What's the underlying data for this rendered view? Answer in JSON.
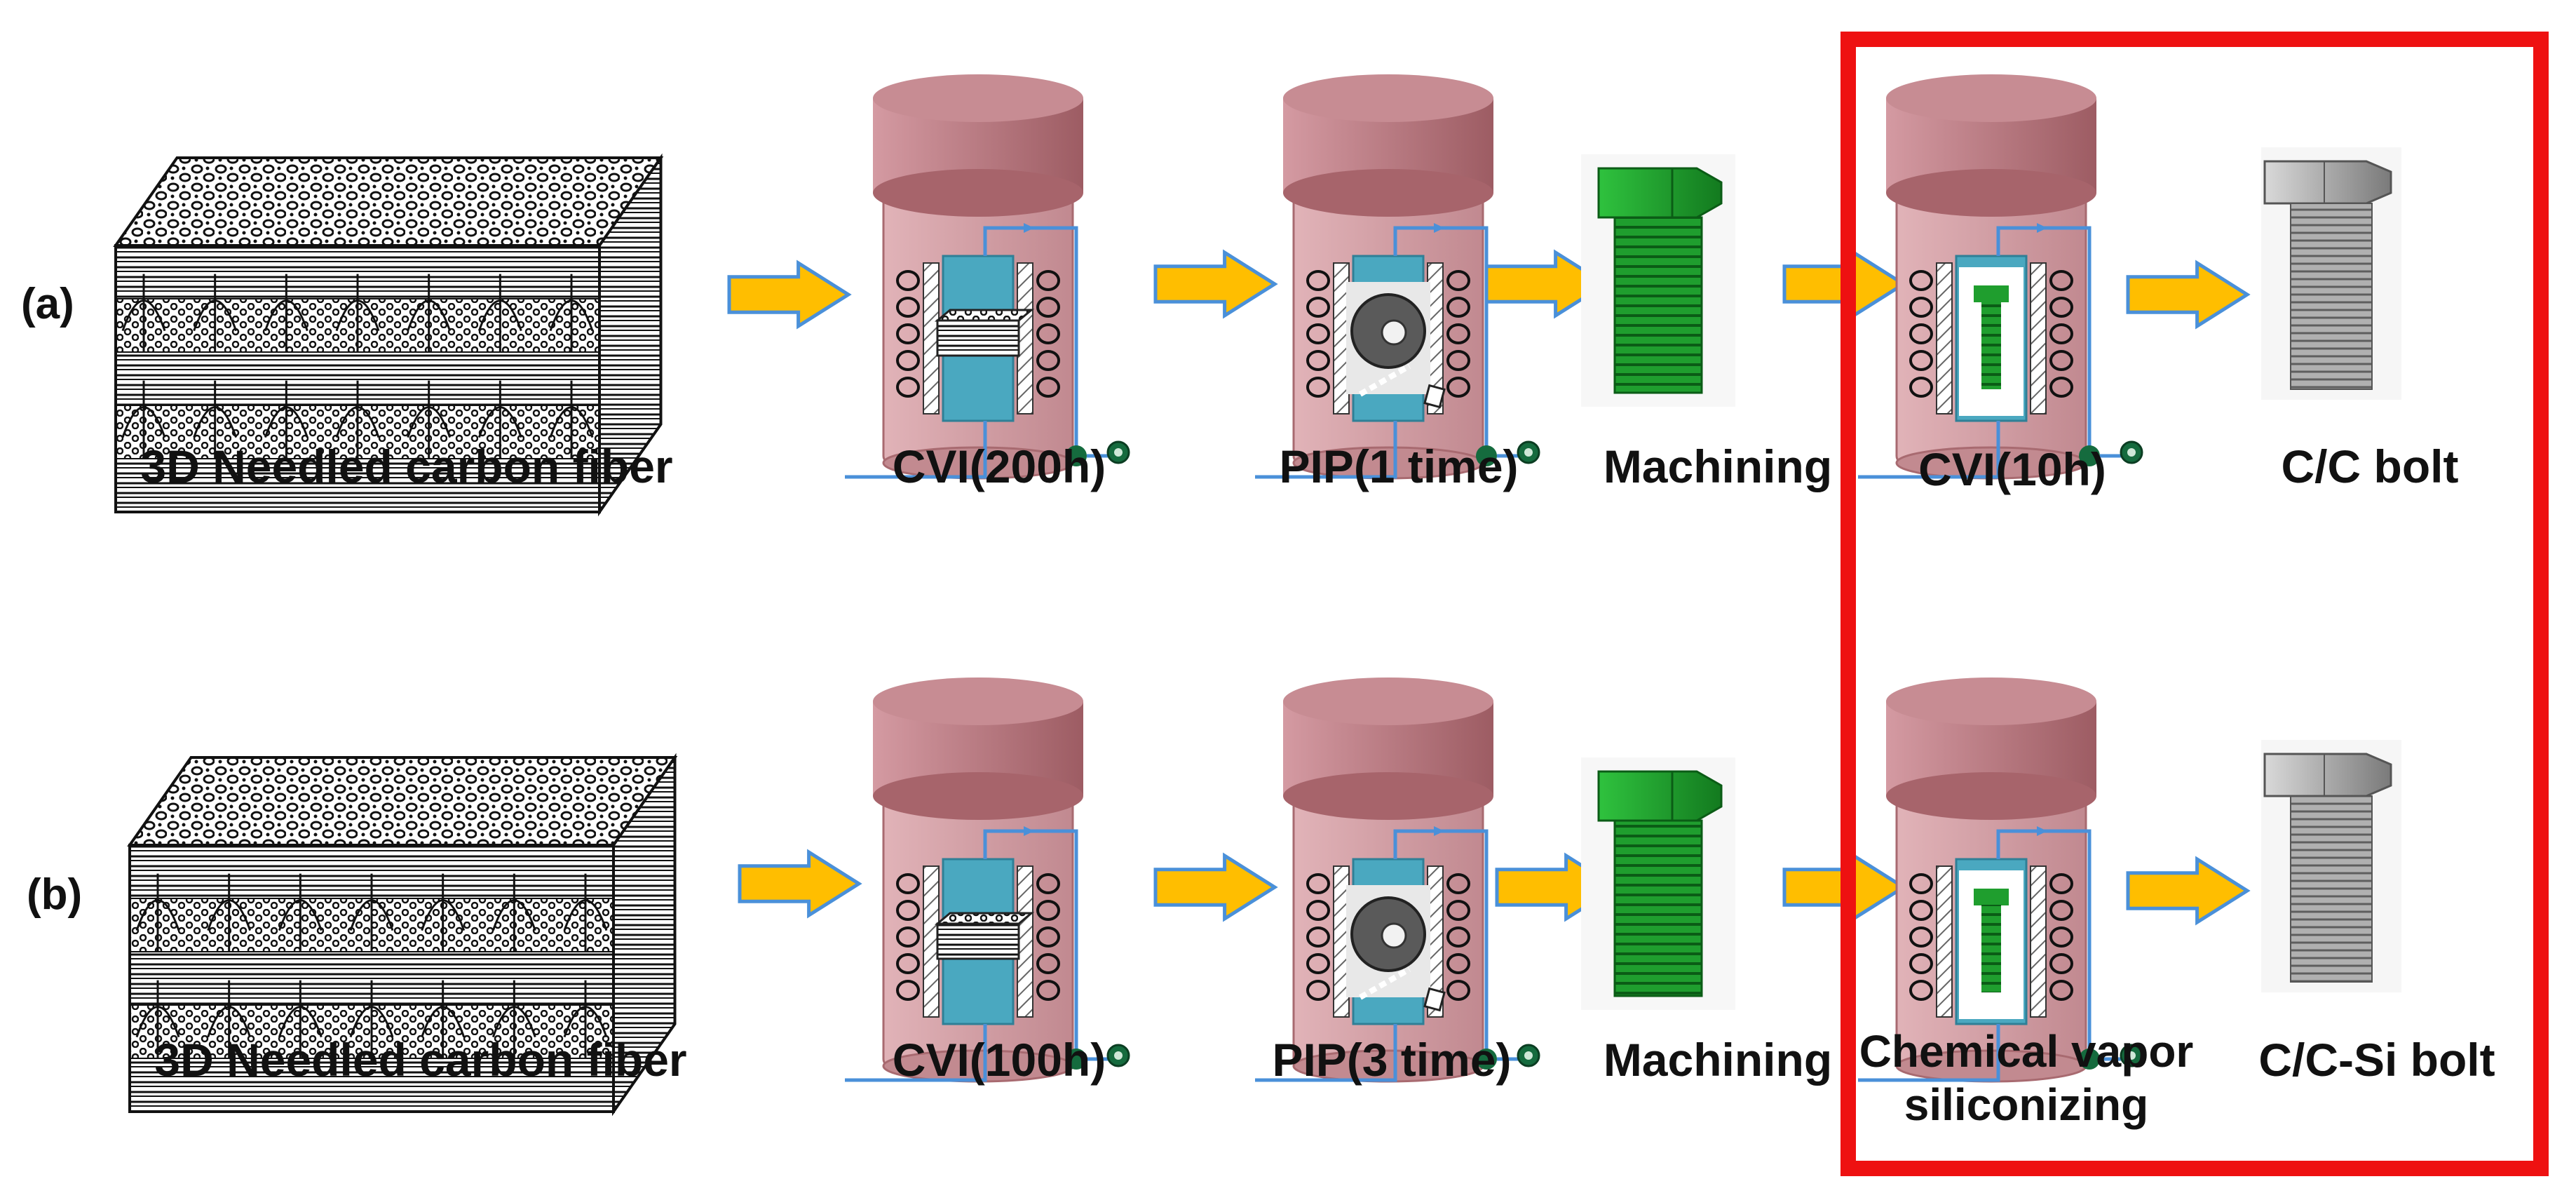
{
  "rows": [
    {
      "label": "(a)",
      "steps": [
        "3D Needled carbon fiber",
        "CVI(200h)",
        "PIP(1 time)",
        "Machining",
        "CVI(10h)",
        "C/C bolt"
      ]
    },
    {
      "label": "(b)",
      "steps": [
        "3D Needled carbon fiber",
        "CVI(100h)",
        "PIP(3 time)",
        "Machining",
        "Chemical vapor siliconizing",
        "C/C-Si bolt"
      ]
    }
  ],
  "colors": {
    "highlight_border": "#ee1111",
    "arrow_fill": "#ffbe00",
    "furnace_body": "#d49aa0",
    "furnace_lid": "#b86e74",
    "chamber": "#4aa8c0",
    "pipe": "#4a90d9",
    "green_bolt": "#1e9e2c",
    "gray_bolt": "#9a9a9a"
  },
  "icons": [
    "carbon-fiber-block-icon",
    "furnace-icon",
    "arrow-icon",
    "green-bolt-icon",
    "gray-bolt-icon"
  ]
}
